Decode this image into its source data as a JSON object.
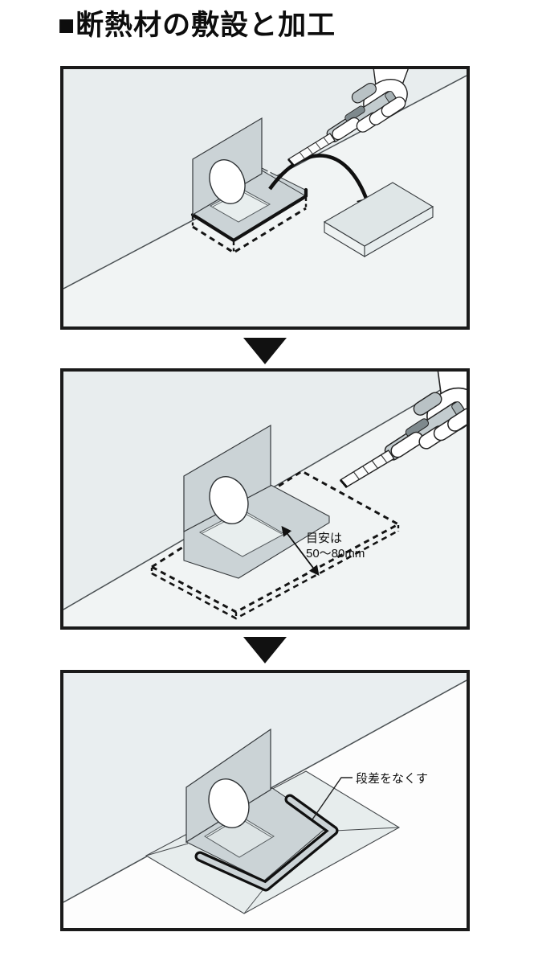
{
  "title": "■断熱材の敷設と加工",
  "annotations": {
    "step2_line1": "目安は",
    "step2_line2": "50〜80mm",
    "step3_note": "段差をなくす"
  },
  "icons": {
    "step_separator": "down-triangle",
    "tool": "utility-knife-cutter"
  },
  "colors": {
    "frame": "#1a1a1a",
    "wall": "#e8edee",
    "floor": "#f1f4f4",
    "insulation_gray": "#cbd3d6",
    "cut_line_black": "#111111",
    "hole_white": "#ffffff"
  },
  "step_count": 3
}
